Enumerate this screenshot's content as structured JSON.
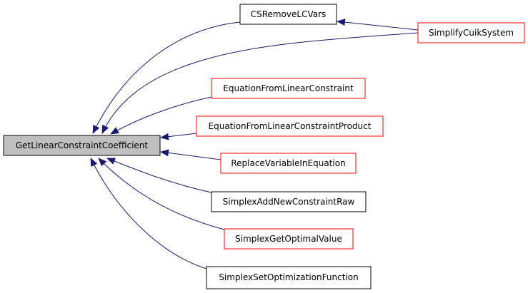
{
  "graph": {
    "colors": {
      "root_fill": "#bfbfbf",
      "black_border": "#000000",
      "red_border": "#ff0000",
      "edge": "#191970"
    },
    "root": {
      "label": "GetLinearConstraintCoefficient"
    },
    "nodes": [
      {
        "id": "cs-remove-lc-vars",
        "label": "CSRemoveLCVars",
        "border": "black"
      },
      {
        "id": "simplify-cuik-system",
        "label": "SimplifyCuikSystem",
        "border": "red"
      },
      {
        "id": "equation-from-linear-constraint",
        "label": "EquationFromLinearConstraint",
        "border": "red"
      },
      {
        "id": "equation-from-linear-constraint-product",
        "label": "EquationFromLinearConstraintProduct",
        "border": "red"
      },
      {
        "id": "replace-variable-in-equation",
        "label": "ReplaceVariableInEquation",
        "border": "red"
      },
      {
        "id": "simplex-add-new-constraint-raw",
        "label": "SimplexAddNewConstraintRaw",
        "border": "black"
      },
      {
        "id": "simplex-get-optimal-value",
        "label": "SimplexGetOptimalValue",
        "border": "red"
      },
      {
        "id": "simplex-set-optimization-function",
        "label": "SimplexSetOptimizationFunction",
        "border": "black"
      }
    ]
  }
}
